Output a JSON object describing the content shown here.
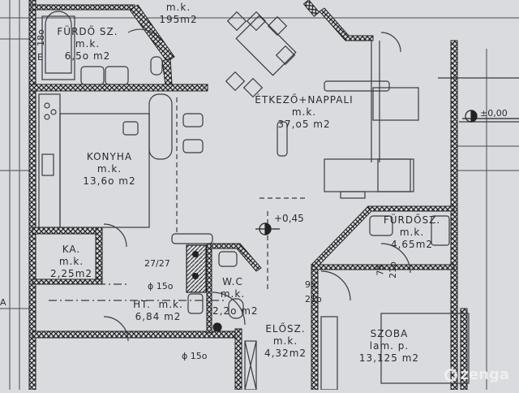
{
  "rooms": [
    {
      "id": "furdoszoba-1",
      "name": "FÜRDŐ SZ.",
      "floor": "m.k.",
      "area": "6,5o m2"
    },
    {
      "id": "top-room",
      "name": "",
      "floor": "m.k.",
      "area": "195m2"
    },
    {
      "id": "etkezo-nappali",
      "name": "ÉTKEZŐ+NAPPALI",
      "floor": "m.k.",
      "area": "37,o5 m2"
    },
    {
      "id": "konyha",
      "name": "KONYHA",
      "floor": "m.k.",
      "area": "13,6o m2"
    },
    {
      "id": "kamra",
      "name": "KA.",
      "floor": "m.k.",
      "area": "2,25m2"
    },
    {
      "id": "haztartasi",
      "name": "HT.",
      "floor": "m.k.",
      "area": "6,84 m2"
    },
    {
      "id": "wc",
      "name": "W.C",
      "floor": "m.k.",
      "area": "2,2o m2"
    },
    {
      "id": "eloszoba",
      "name": "ELŐSZ.",
      "floor": "m.k.",
      "area": "4,32m2"
    },
    {
      "id": "furdoszoba-2",
      "name": "FÜRDŐSZ.",
      "floor": "m.k.",
      "area": "4,65m2"
    },
    {
      "id": "szoba",
      "name": "SZOBA",
      "floor": "lam. p.",
      "area": "13,125 m2"
    }
  ],
  "annotations": {
    "level_main": "±0,00",
    "level_mid": "+0,45",
    "chimney": "27/27",
    "flue_1": "ϕ 15o",
    "flue_2": "ϕ 15o",
    "door_90_210": [
      "9o",
      "21o"
    ],
    "door_75_210": [
      "75",
      "21o"
    ],
    "window_180": "18o",
    "window_e": "E",
    "left_edge": "A"
  },
  "watermark": "zenga"
}
